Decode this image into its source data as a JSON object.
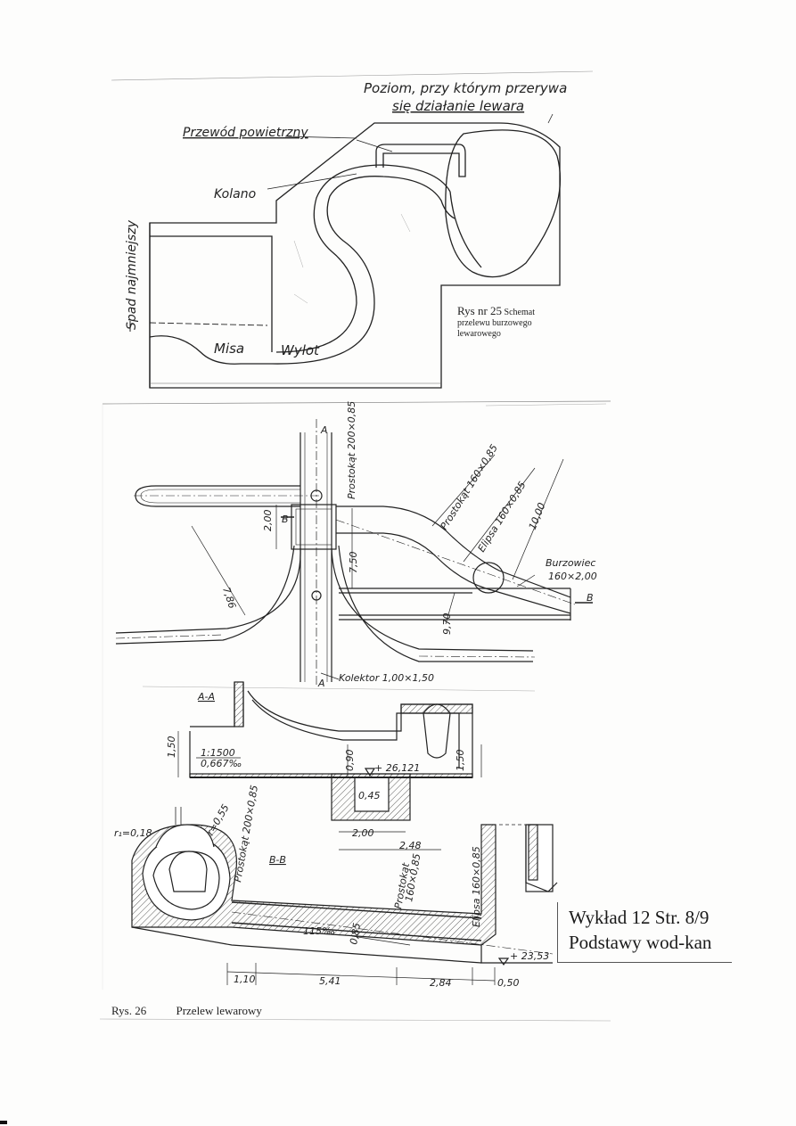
{
  "diagram_top": {
    "label_level_line1": "Poziom, przy którym przerywa",
    "label_level_line2": "się działanie lewara",
    "label_air_duct": "Przewód powietrzny",
    "label_elbow": "Kolano",
    "label_basin": "Misa",
    "label_outlet": "Wylot",
    "label_slope": "Spad najmniejszy",
    "caption_number": "Rys nr 25",
    "caption_text1": "Schemat",
    "caption_text2": "przelewu burzowego",
    "caption_text3": "lewarowego"
  },
  "diagram_plan": {
    "dim_rect_200": "Prostokąt 200×0,85",
    "dim_rect_160": "Prostokąt 160×0,85",
    "dim_ellipse": "Elipsa 160×0,85",
    "dim_1000": "10,00",
    "dim_200": "2,00",
    "dim_750": "7,50",
    "dim_786": "7,86",
    "dim_970": "9,70",
    "label_storm": "Burzowiec",
    "label_storm_dim": "160×2,00",
    "label_collector": "Kolektor 1,00×1,50",
    "section_a": "A",
    "section_b": "B"
  },
  "diagram_section_aa": {
    "title": "A-A",
    "dim_150": "1,50",
    "slope_ratio": "1:1500",
    "slope_permille": "0,667‰",
    "dim_090": "0,90",
    "level": "+ 26,121",
    "dim_045": "0,45",
    "dim_200": "2,00",
    "dim_248": "2,48",
    "dim_150b": "1,50"
  },
  "diagram_section_bb": {
    "title": "B-B",
    "radius1": "r₁=0,18",
    "radius2": "r=0,55",
    "dim_rect_200": "Prostokąt 200×0,85",
    "dim_rect_160_line1": "Prostokąt",
    "dim_rect_160_line2": "160×0,85",
    "dim_ellipse": "Elipsa 160×0,85",
    "slope": "115‰",
    "dim_085": "0,85",
    "level": "+ 23,53",
    "dim_110": "1,10",
    "dim_541": "5,41",
    "dim_284": "2,84",
    "dim_050": "0,50"
  },
  "figure_caption": {
    "number": "Rys. 26",
    "title": "Przelew lewarowy"
  },
  "footer": {
    "line1": "Wykład 12 Str. 8/9",
    "line2": "Podstawy wod-kan"
  }
}
